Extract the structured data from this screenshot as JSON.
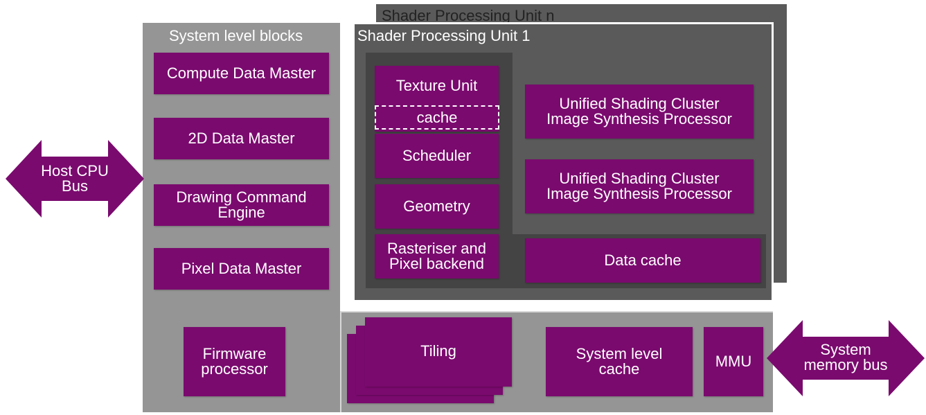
{
  "colors": {
    "block": "#7a0a6e",
    "panel_light": "#959595",
    "panel_dark": "#5a5a5a",
    "panel_darker": "#444444",
    "spu_border": "#ffffff"
  },
  "spu_n": {
    "title": "Shader Processing Unit n"
  },
  "spu_1": {
    "title": "Shader Processing Unit 1",
    "texture_unit": "Texture Unit",
    "cache": "cache",
    "scheduler": "Scheduler",
    "geometry": "Geometry",
    "rasteriser": "Rasteriser and\nPixel backend",
    "usc_1": "Unified Shading Cluster\nImage Synthesis Processor",
    "usc_2": "Unified Shading Cluster\nImage Synthesis Processor",
    "data_cache": "Data cache"
  },
  "system": {
    "title": "System level blocks",
    "compute_data_master": "Compute Data Master",
    "data_master_2d": "2D Data Master",
    "drawing_command_engine": "Drawing Command\nEngine",
    "pixel_data_master": "Pixel Data Master",
    "firmware_processor": "Firmware\nprocessor"
  },
  "bottom": {
    "tiling": "Tiling",
    "system_level_cache": "System level\ncache",
    "mmu": "MMU"
  },
  "arrows": {
    "host_cpu_bus": "Host CPU\nBus",
    "system_memory_bus": "System\nmemory bus"
  }
}
